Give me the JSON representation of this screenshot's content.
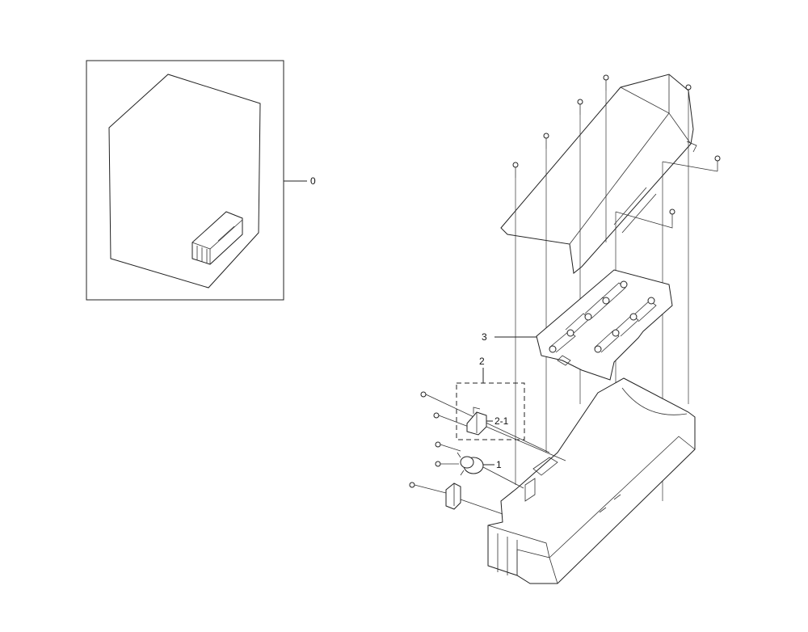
{
  "callouts": [
    {
      "id": "0",
      "label": "0"
    },
    {
      "id": "1",
      "label": "1"
    },
    {
      "id": "2",
      "label": "2"
    },
    {
      "id": "2-1",
      "label": "2-1"
    },
    {
      "id": "3",
      "label": "3"
    }
  ],
  "colors": {
    "line": "#222222",
    "background": "#ffffff"
  }
}
